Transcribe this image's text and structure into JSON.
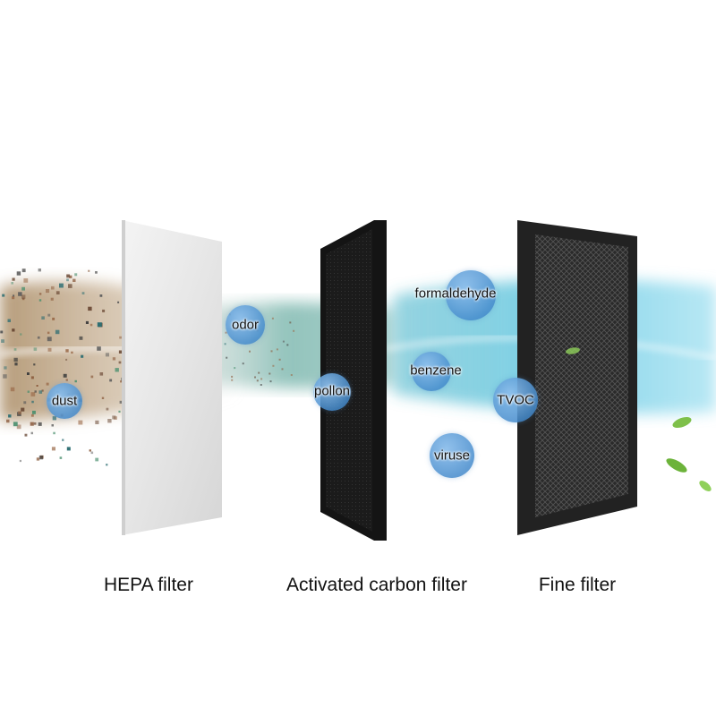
{
  "filters": [
    {
      "id": "hepa",
      "label": "HEPA filter"
    },
    {
      "id": "carbon",
      "label": "Activated carbon filter"
    },
    {
      "id": "fine",
      "label": "Fine filter"
    }
  ],
  "pollutants": {
    "dust": "dust",
    "odor": "odor",
    "pollon": "pollon",
    "formaldehyde": "formaldehyde",
    "benzene": "benzene",
    "tvoc": "TVOC",
    "viruse": "viruse"
  }
}
